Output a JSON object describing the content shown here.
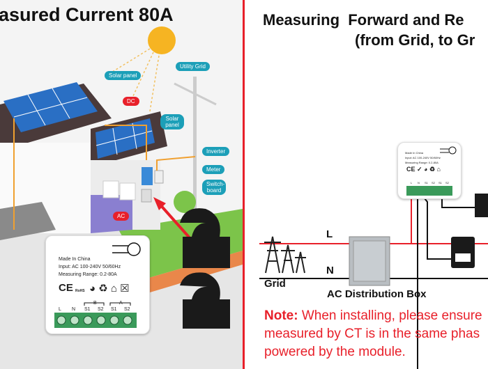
{
  "left": {
    "title": "asured Current 80A",
    "labels": {
      "solar_panel_1": "Solar panel",
      "dc": "DC",
      "solar_panel_2": "Solar panel",
      "utility_grid": "Utility Grid",
      "inverter": "Inverter",
      "meter": "Meter",
      "switchboard": "Switch-board",
      "ac": "AC"
    },
    "module": {
      "made_in": "Made In China",
      "input": "Input: AC 100-240V 50/60Hz",
      "range": "Measuring Range: 0.2-80A",
      "cert_ce": "CE",
      "cert_rohs": "RoHS",
      "terminals": [
        "L",
        "N",
        "S1",
        "S2",
        "S1",
        "S2"
      ],
      "group_b": "B",
      "group_a": "A"
    }
  },
  "right": {
    "title_line1": "Measuring  Forward and Re",
    "title_line2": "(from Grid, to Gr",
    "grid_label": "Grid",
    "line_l": "L",
    "line_n": "N",
    "box_label": "AC Distribution Box",
    "module": {
      "made_in": "Made In China",
      "input": "Input: AC 100-240V 50/60Hz",
      "range": "Measuring Range: 0.2-80A",
      "terminals": [
        "L",
        "N",
        "S1",
        "S2",
        "S1",
        "S2"
      ]
    },
    "note_prefix": "Note:",
    "note_line1": " When installing, please ensure",
    "note_line2": "measured by CT is in the same phas",
    "note_line3": "powered by the module."
  },
  "colors": {
    "accent_red": "#e8202a",
    "label_teal": "#1c9fb8",
    "solar_blue": "#2a6fc4",
    "wire_orange": "#f0a030",
    "terminal_green": "#3a9a5a"
  }
}
